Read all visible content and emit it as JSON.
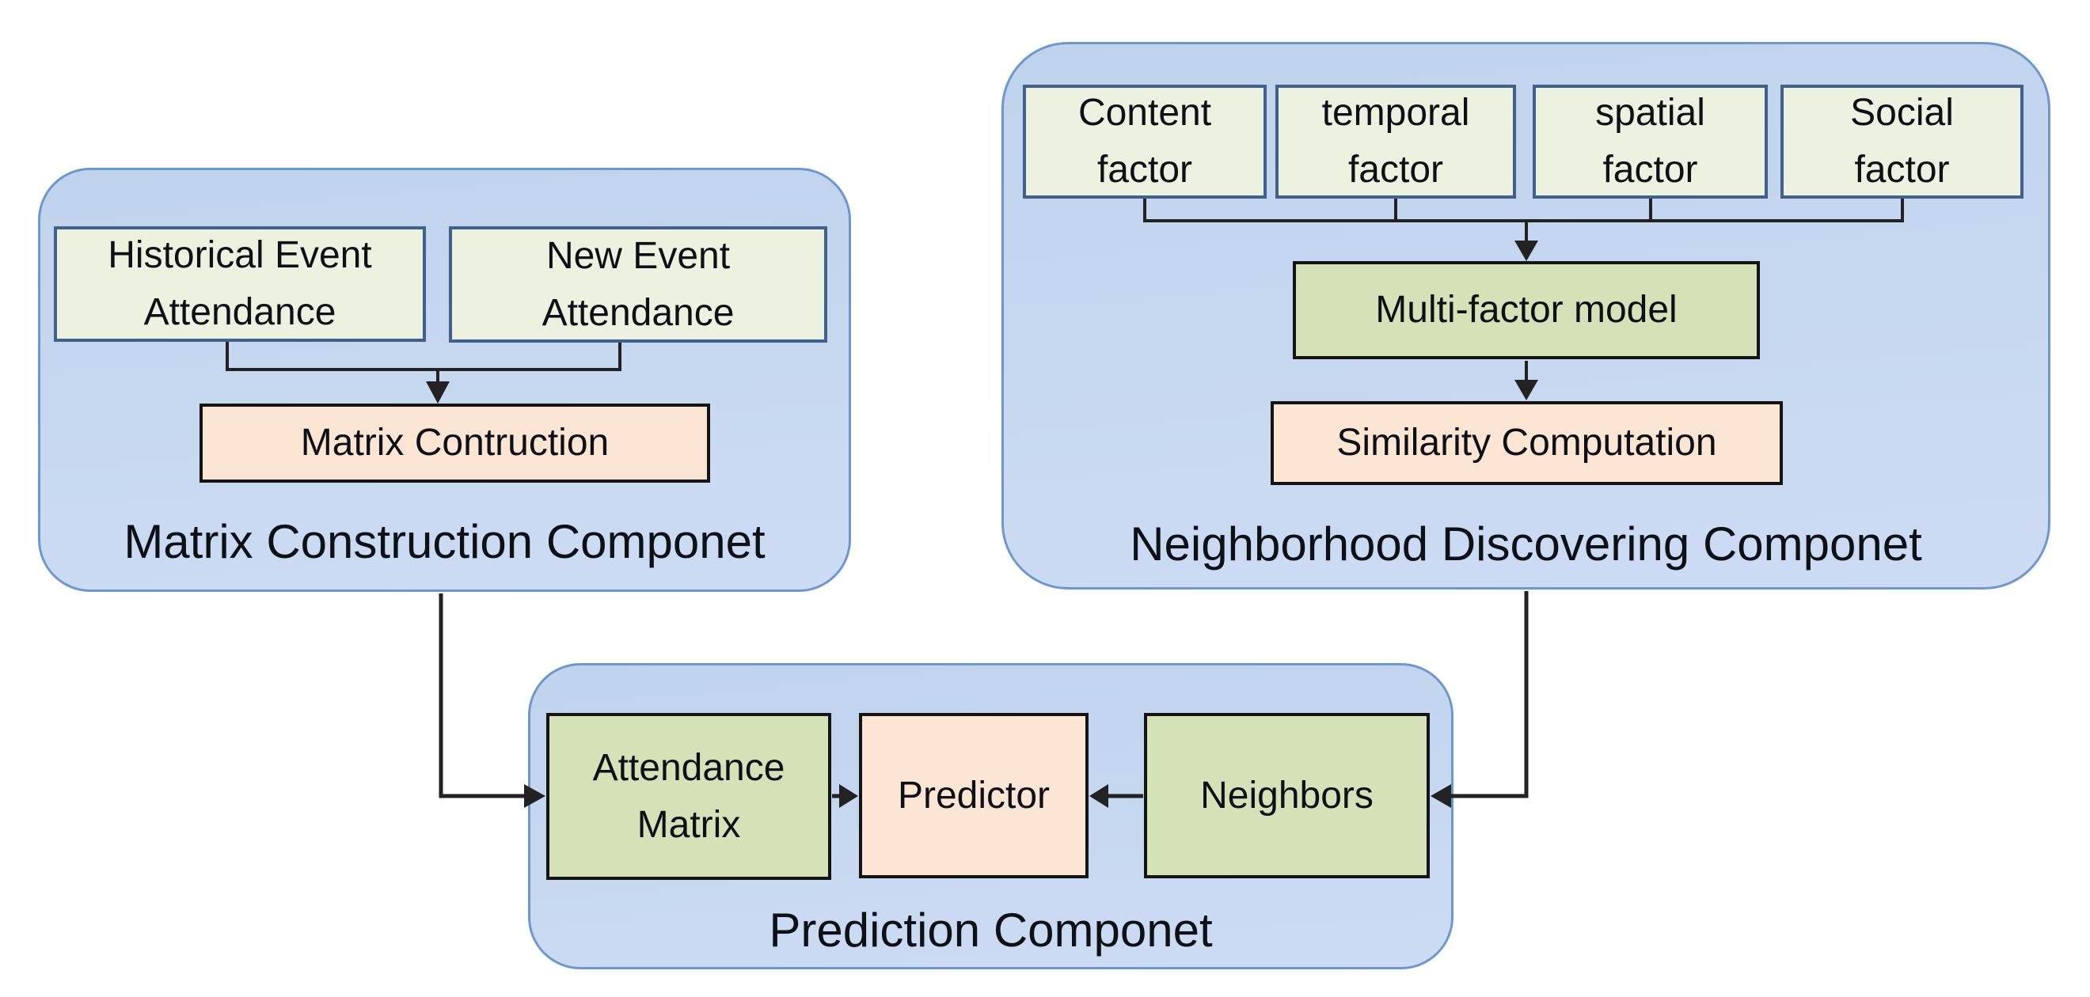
{
  "components": {
    "matrix": {
      "title": "Matrix Construction Componet",
      "historical": "Historical Event\nAttendance",
      "new_event": "New Event\nAttendance",
      "construction": "Matrix Contruction"
    },
    "neighborhood": {
      "title": "Neighborhood Discovering Componet",
      "factors": [
        "Content\nfactor",
        "temporal\nfactor",
        "spatial\nfactor",
        "Social\nfactor"
      ],
      "model": "Multi-factor model",
      "similarity": "Similarity Computation"
    },
    "prediction": {
      "title": "Prediction Componet",
      "attendance": "Attendance\nMatrix",
      "predictor": "Predictor",
      "neighbors": "Neighbors"
    }
  },
  "colors": {
    "container_fill": "#c0d3ed",
    "container_fill_2": "#cddcf4",
    "container_border": "#6d98ce",
    "pale_fill": "#edf1e0",
    "pale_border": "#40618c",
    "sage_fill": "#d5e2b8",
    "peach_fill": "#fce5d3",
    "dark_border": "#141414",
    "connector": "#222222"
  }
}
